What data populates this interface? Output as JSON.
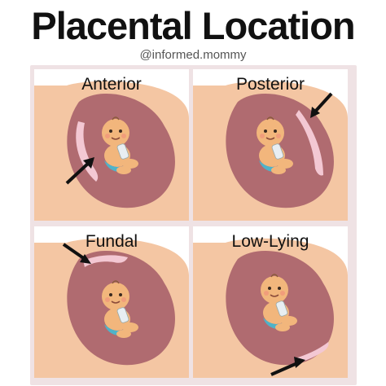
{
  "header": {
    "title": "Placental Location",
    "handle": "@informed.mommy"
  },
  "panels": [
    {
      "label": "Anterior"
    },
    {
      "label": "Posterior"
    },
    {
      "label": "Fundal"
    },
    {
      "label": "Low-Lying"
    }
  ],
  "colors": {
    "skin": "#f4c6a3",
    "uterus": "#b06b70",
    "placenta": "#f3c8d3",
    "baby_skin": "#f2b67c",
    "diaper": "#4fb3c9",
    "arrow": "#111111",
    "frame": "#efe2e4"
  }
}
